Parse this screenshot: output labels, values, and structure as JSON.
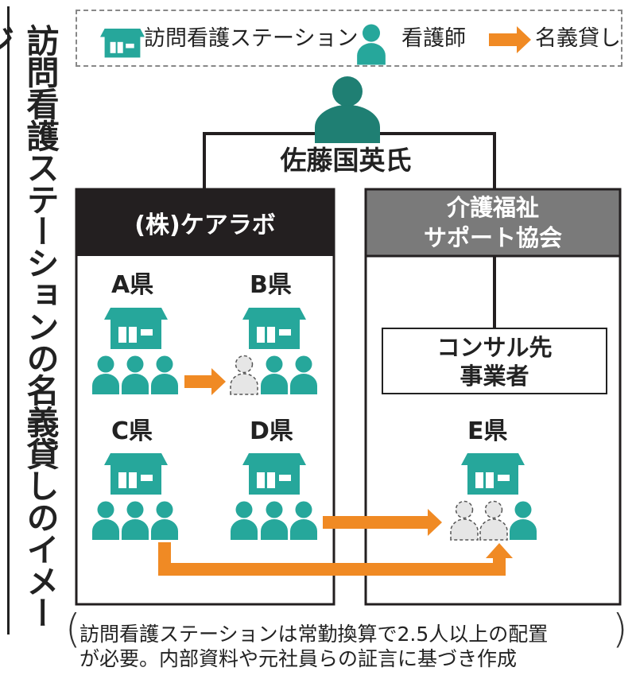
{
  "title": "訪問看護ステーションの名義貸しのイメージ",
  "legend": {
    "station_label": "訪問看護ステーション",
    "nurse_label": "看護師",
    "arrow_label": "名義貸し",
    "icons": [
      "station-icon",
      "nurse-icon",
      "arrow-right-icon"
    ]
  },
  "person": "佐藤国英氏",
  "left_org": {
    "name": "(株)ケアラボ",
    "prefectures": [
      "A県",
      "B県",
      "C県",
      "D県"
    ]
  },
  "right_org": {
    "name_line1": "介護福祉",
    "name_line2": "サポート協会",
    "consultant_line1": "コンサル先",
    "consultant_line2": "事業者",
    "prefecture": "E県"
  },
  "note": {
    "line1": "訪問看護ステーションは常勤換算で2.5人以上の配置",
    "line2": "が必要。内部資料や元社員らの証言に基づき作成"
  },
  "colors": {
    "teal": "#26a79b",
    "orange": "#f08a24",
    "dark_header": "#231f20",
    "gray_header": "#7a7a7a",
    "phantom": "#e6e6e6"
  }
}
